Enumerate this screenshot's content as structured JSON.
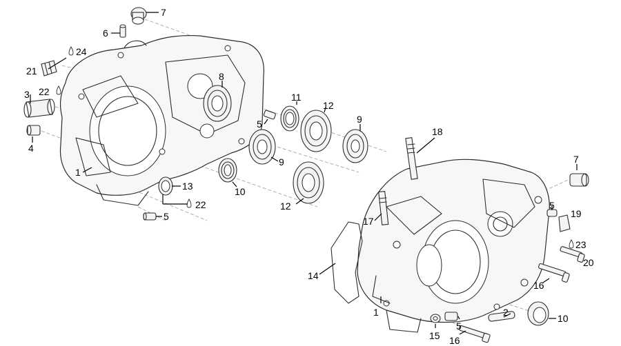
{
  "callouts": [
    {
      "id": "c-7-top",
      "text": "7"
    },
    {
      "id": "c-6",
      "text": "6"
    },
    {
      "id": "c-24",
      "text": "24"
    },
    {
      "id": "c-21",
      "text": "21"
    },
    {
      "id": "c-3",
      "text": "3"
    },
    {
      "id": "c-22-left",
      "text": "22"
    },
    {
      "id": "c-4",
      "text": "4"
    },
    {
      "id": "c-1-left",
      "text": "1"
    },
    {
      "id": "c-8",
      "text": "8"
    },
    {
      "id": "c-11",
      "text": "11"
    },
    {
      "id": "c-12-top",
      "text": "12"
    },
    {
      "id": "c-9-right",
      "text": "9"
    },
    {
      "id": "c-5-mid",
      "text": "5"
    },
    {
      "id": "c-9-mid",
      "text": "9"
    },
    {
      "id": "c-10-mid",
      "text": "10"
    },
    {
      "id": "c-12-bottom",
      "text": "12"
    },
    {
      "id": "c-13",
      "text": "13"
    },
    {
      "id": "c-22-bottom",
      "text": "22"
    },
    {
      "id": "c-5-left",
      "text": "5"
    },
    {
      "id": "c-18",
      "text": "18"
    },
    {
      "id": "c-7-right",
      "text": "7"
    },
    {
      "id": "c-5-right",
      "text": "5"
    },
    {
      "id": "c-19",
      "text": "19"
    },
    {
      "id": "c-17",
      "text": "17"
    },
    {
      "id": "c-23",
      "text": "23"
    },
    {
      "id": "c-20",
      "text": "20"
    },
    {
      "id": "c-14",
      "text": "14"
    },
    {
      "id": "c-16-right",
      "text": "16"
    },
    {
      "id": "c-1-right",
      "text": "1"
    },
    {
      "id": "c-2",
      "text": "2"
    },
    {
      "id": "c-10-right",
      "text": "10"
    },
    {
      "id": "c-5-bottom",
      "text": "5"
    },
    {
      "id": "c-15",
      "text": "15"
    },
    {
      "id": "c-16-bottom",
      "text": "16"
    }
  ]
}
